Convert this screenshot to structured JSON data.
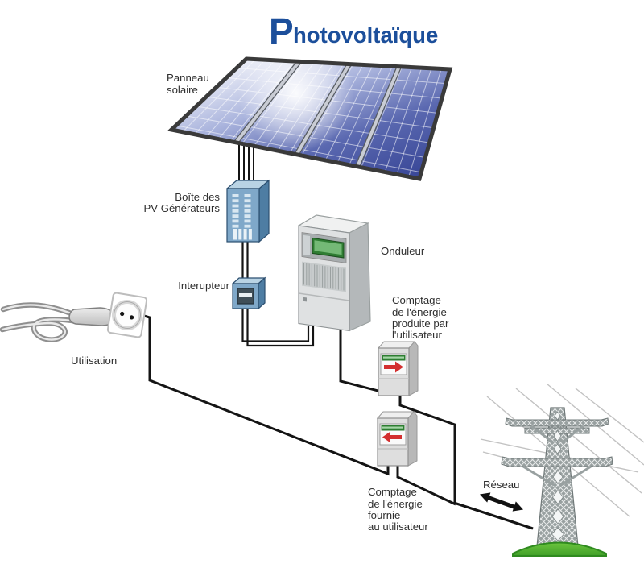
{
  "title": {
    "initial": "P",
    "rest": "hotovoltaïque"
  },
  "labels": {
    "panel": [
      "Panneau",
      "solaire"
    ],
    "junction_box": [
      "Boîte des",
      "PV-Générateurs"
    ],
    "switch": "Interupteur",
    "inverter": "Onduleur",
    "production_meter": [
      "Comptage",
      "de l'énergie",
      "produite par",
      "l'utilisateur"
    ],
    "supply_meter": [
      "Comptage",
      "de l'énergie",
      "fournie",
      "au utilisateur"
    ],
    "usage": "Utilisation",
    "grid": "Réseau"
  },
  "icons": {
    "production_meter_arrow": "red-arrow-right",
    "supply_meter_arrow": "red-arrow-left",
    "network_arrow": "black-double-arrow"
  },
  "colors": {
    "title_blue": "#1c4f9b",
    "label_text": "#2f2f2f",
    "wire_black": "#141414",
    "panel_blue_dark": "#3a4898",
    "panel_blue_light": "#eef0f8",
    "junction_box_blue": "#7fa8c9",
    "device_gray": "#dfe1e2",
    "lcd_green": "#2f7d33",
    "meter_arrow_red": "#d32f2f",
    "grass_green": "#4aa52e",
    "pylon_gray": "#98a0a0"
  }
}
